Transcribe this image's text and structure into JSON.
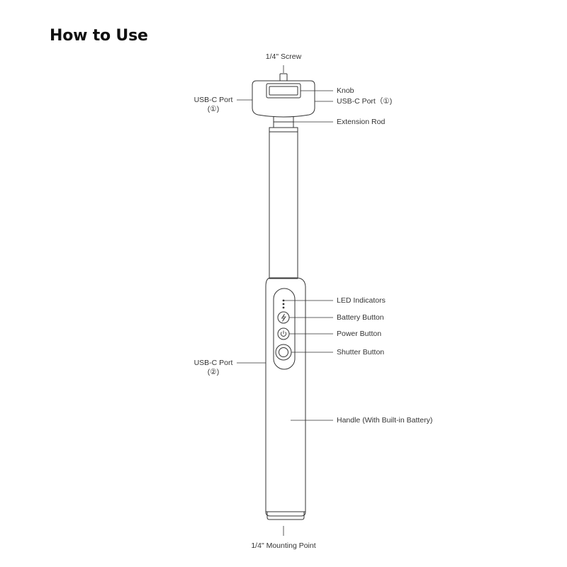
{
  "title": "How to Use",
  "labels": {
    "screw": "1/4\" Screw",
    "knob": "Knob",
    "usbc_top_right": "USB-C Port（①)",
    "usbc_top_left_line1": "USB-C Port",
    "usbc_top_left_line2": "(①)",
    "extension_rod": "Extension Rod",
    "led_indicators": "LED Indicators",
    "battery_button": "Battery Button",
    "power_button": "Power Button",
    "shutter_button": "Shutter Button",
    "usbc_bottom_line1": "USB-C Port",
    "usbc_bottom_line2": "(②)",
    "handle": "Handle (With Built-in Battery)",
    "mounting_point": "1/4\" Mounting Point"
  },
  "colors": {
    "stroke": "#333333",
    "text": "#333333",
    "title": "#111111"
  },
  "icons": {
    "battery": "lightning-bolt-icon",
    "power": "power-icon",
    "shutter": "shutter-ring-icon"
  }
}
